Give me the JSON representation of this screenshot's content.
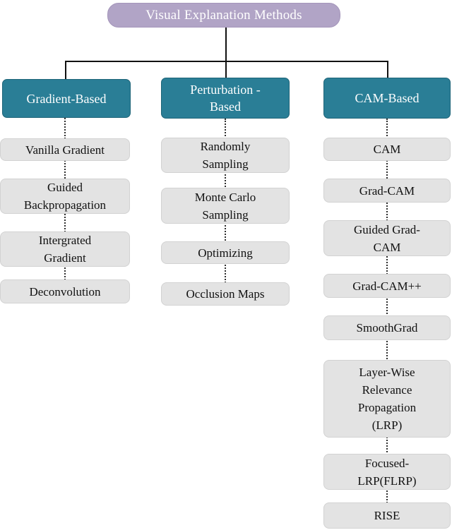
{
  "diagram": {
    "root": {
      "label": "Visual Explanation Methods"
    },
    "columns": [
      {
        "id": "gradient-based",
        "header": "Gradient-Based",
        "items": [
          "Vanilla Gradient",
          "Guided Backpropagation",
          "Intergrated Gradient",
          "Deconvolution"
        ]
      },
      {
        "id": "perturbation-based",
        "header": "Perturbation - Based",
        "items": [
          "Randomly Sampling",
          "Monte Carlo Sampling",
          "Optimizing",
          "Occlusion Maps"
        ]
      },
      {
        "id": "cam-based",
        "header": "CAM-Based",
        "items": [
          "CAM",
          "Grad-CAM",
          "Guided Grad-CAM",
          "Grad-CAM++",
          "SmoothGrad",
          "Layer-Wise Relevance Propagation (LRP)",
          "Focused-LRP(FLRP)",
          "RISE"
        ]
      }
    ],
    "colors": {
      "root_fill": "#b1a4c6",
      "header_fill": "#2a7e96",
      "leaf_fill": "#e3e3e3",
      "line": "#111111",
      "root_text": "#ffffff",
      "header_text": "#ffffff",
      "leaf_text": "#111111"
    }
  }
}
